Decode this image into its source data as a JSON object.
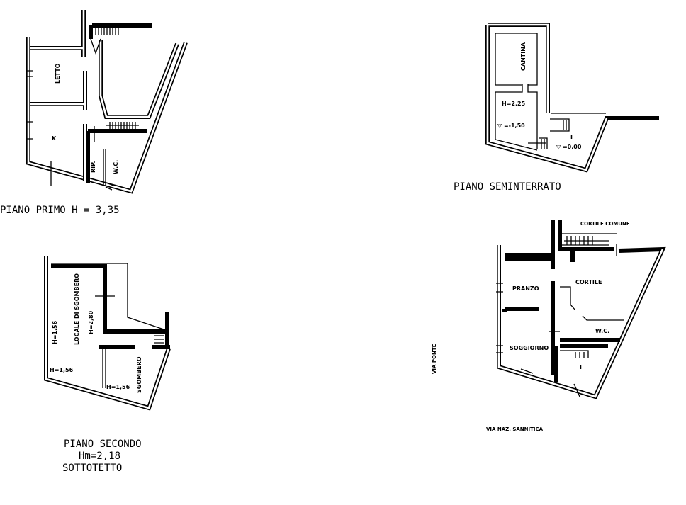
{
  "plans": {
    "primo": {
      "caption": "PIANO PRIMO H = 3,35",
      "rooms": {
        "letto": "LETTO",
        "k": "K",
        "rip": "RIP.",
        "wc": "W.C."
      }
    },
    "secondo": {
      "caption_1": "PIANO SECONDO",
      "caption_2": "Hm=2,18",
      "caption_3": "SOTTOTETTO",
      "rooms": {
        "locale": "LOCALE DI SGOMBERO",
        "h_locale": "H=2,80",
        "h_left": "H=1,56",
        "h_bottom": "H=1,56",
        "h_sgombero": "H=1,56",
        "sgombero": "SGOMBERO"
      }
    },
    "seminterrato": {
      "caption": "PIANO SEMINTERRATO",
      "rooms": {
        "cantina": "CANTINA",
        "height": "H=2.25",
        "level_low": "▽ =-1,50",
        "room_i": "I",
        "level_zero": "▽ =0,00"
      }
    },
    "terra": {
      "rooms": {
        "cortile_comune": "CORTILE COMUNE",
        "cortile": "CORTILE",
        "pranzo": "PRANZO",
        "wc": "W.C.",
        "soggiorno": "SOGGIORNO",
        "room_i": "I"
      },
      "streets": {
        "via_ponte": "VIA PONTE",
        "via_sannitica": "VIA NAZ. SANNITICA"
      }
    }
  }
}
